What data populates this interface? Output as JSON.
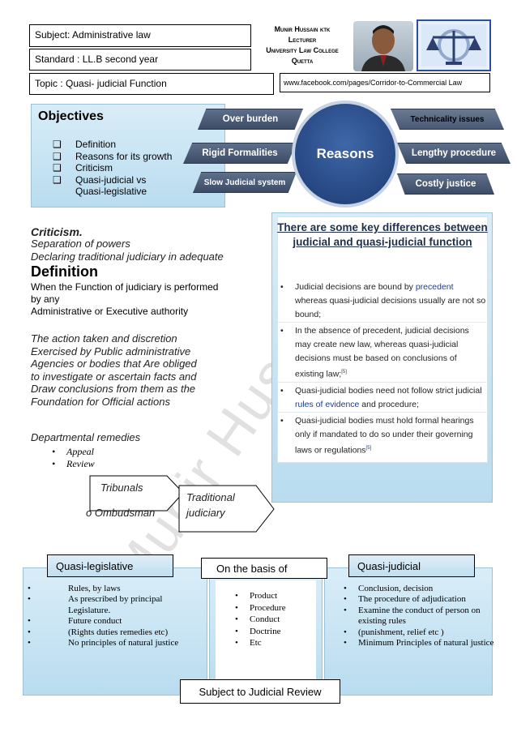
{
  "header": {
    "subject": "Subject: Administrative law",
    "standard": "Standard : LL.B second year",
    "topic": "Topic :  Quasi-  judicial  Function",
    "author_name": "Munir Hussain ktk",
    "author_title": "Lecturer",
    "author_dept": "University Law College",
    "author_city": "Quetta",
    "url": "www.facebook.com/pages/Corridor-to-Commercial Law"
  },
  "objectives": {
    "title": "Objectives",
    "items": [
      "Definition",
      "Reasons for its growth",
      "Criticism",
      "Quasi-judicial  vs",
      "Quasi-legislative"
    ]
  },
  "reasons": {
    "center": "Reasons",
    "left": [
      "Over burden",
      "Rigid Formalities",
      "Slow Judicial system"
    ],
    "right": [
      "Technicality issues",
      "Lengthy procedure",
      "Costly justice"
    ]
  },
  "criticism": {
    "heading": "Criticism.",
    "lines": [
      "Separation of powers",
      "Declaring traditional judiciary in adequate"
    ]
  },
  "definition": {
    "heading": "Definition",
    "lines": [
      "When the Function of judiciary is performed",
      "by any",
      "Administrative  or Executive  authority"
    ],
    "action_lines": [
      "The action taken and discretion",
      "Exercised by Public administrative",
      "Agencies or bodies that Are obliged",
      "to investigate or ascertain facts and",
      "Draw conclusions from them as the",
      "Foundation for Official actions"
    ]
  },
  "remedies": {
    "heading": "Departmental remedies",
    "items": [
      "Appeal",
      "Review"
    ],
    "tribunals": "Tribunals",
    "ombudsman": "o Ombudsman",
    "traditional_1": "Traditional",
    "traditional_2": "judiciary"
  },
  "differences": {
    "title": "There are some key differences between judicial and quasi-judicial function",
    "items": [
      {
        "a": "Judicial decisions are bound by ",
        "link": "precedent",
        "b": " whereas quasi-judicial decisions usually are not so bound;"
      },
      {
        "a": "In the absence of precedent, judicial decisions may create new law, whereas quasi-judicial decisions must be based on conclusions of existing law;",
        "link": "",
        "b": "",
        "sup": "[5]"
      },
      {
        "a": "Quasi-judicial bodies need not follow strict judicial ",
        "link": "rules of evidence",
        "b": " and procedure;"
      },
      {
        "a": "Quasi-judicial bodies must hold formal hearings only if mandated to do so under their governing laws or regulations",
        "link": "",
        "b": "",
        "sup": "[5]"
      }
    ]
  },
  "bottom": {
    "quasi_legislative_label": "Quasi-legislative",
    "basis_label": "On the basis of",
    "quasi_judicial_label": "Quasi-judicial",
    "left_items": [
      "Rules,  by laws",
      "As prescribed  by principal Legislature.",
      "Future  conduct",
      "No principles  of natural  justice"
    ],
    "left_note": "(Rights  duties  remedies  etc)",
    "mid_items": [
      "Product",
      "Procedure",
      "Conduct",
      "Doctrine",
      "Etc"
    ],
    "right_items": [
      "Conclusion,  decision",
      "The procedure  of adjudication",
      "Examine  the conduct  of person on existing  rules",
      "Minimum  Principles  of natural justice"
    ],
    "right_note": "(punishment,  relief  etc  )",
    "review": "Subject to Judicial Review"
  },
  "watermark": "Munir Hus",
  "colors": {
    "accent_blue": "#1f3d7a",
    "panel_blue": "#c6e3f3",
    "tag_dark": "#4a5a75",
    "link": "#1a3e8f"
  }
}
